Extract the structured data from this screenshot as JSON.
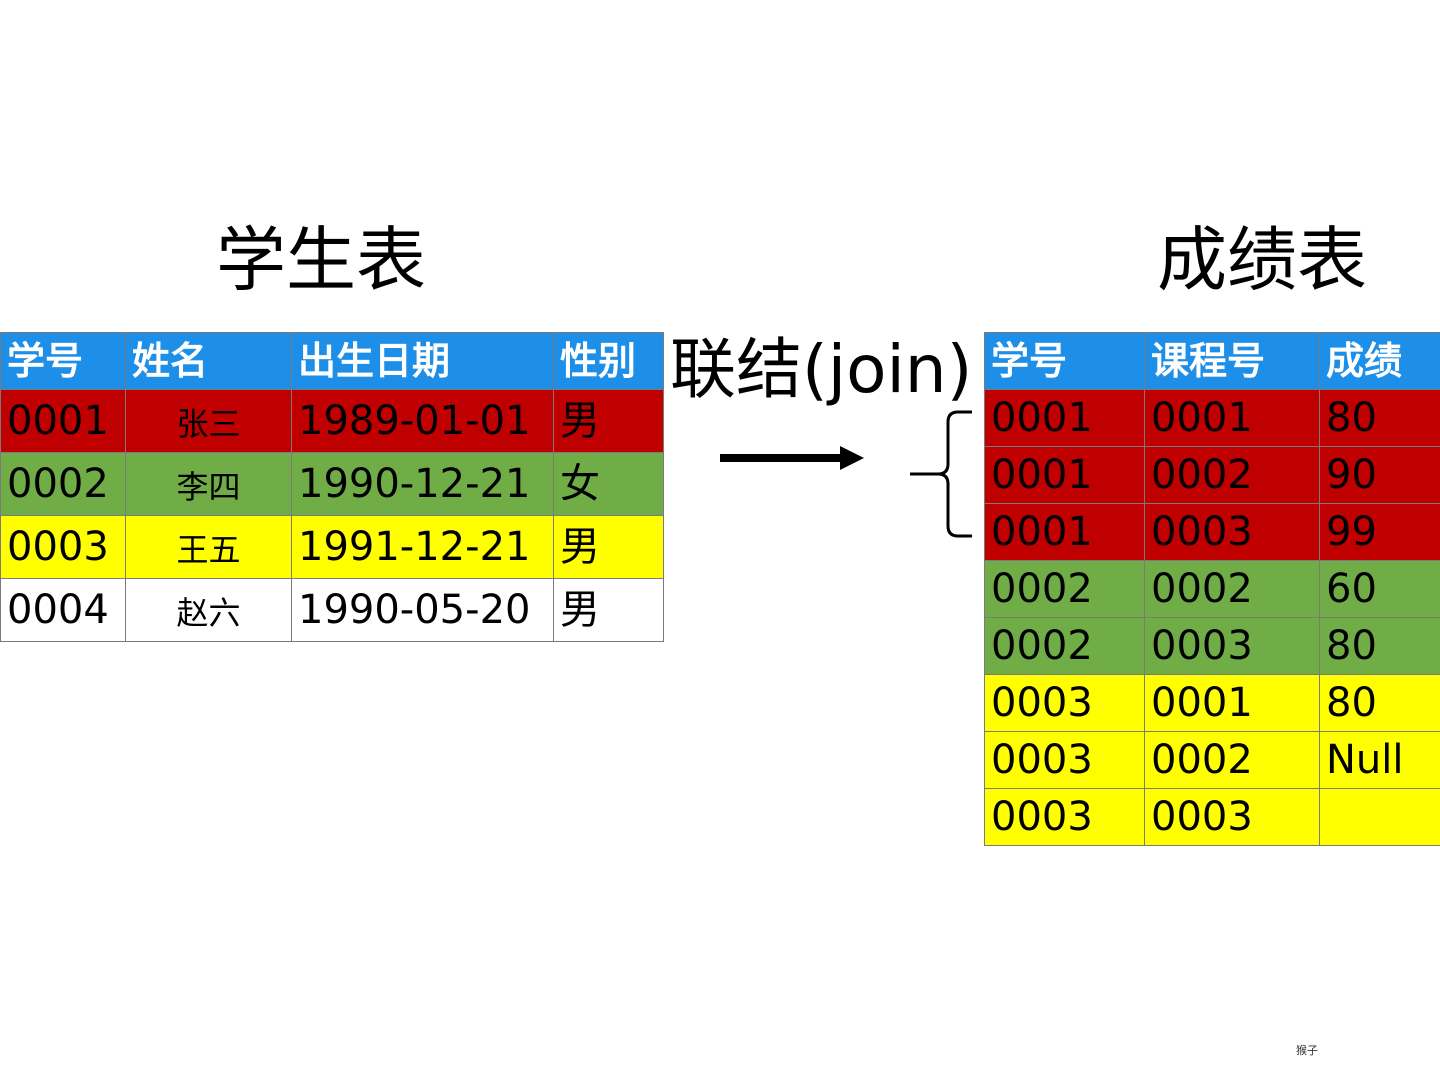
{
  "student_title": "学生表",
  "score_title": "成绩表",
  "join_label": "联结(join)",
  "credit": "猴子",
  "colors": {
    "header": "#1e8fe8",
    "red": "#c00000",
    "green": "#70ad47",
    "yellow": "#ffff00",
    "white": "#ffffff"
  },
  "student_table": {
    "headers": [
      "学号",
      "姓名",
      "出生日期",
      "性别"
    ],
    "rows": [
      {
        "color": "red",
        "cells": [
          "0001",
          "张三",
          "1989-01-01",
          "男"
        ]
      },
      {
        "color": "green",
        "cells": [
          "0002",
          "李四",
          "1990-12-21",
          "女"
        ]
      },
      {
        "color": "yellow",
        "cells": [
          "0003",
          "王五",
          "1991-12-21",
          "男"
        ]
      },
      {
        "color": "white",
        "cells": [
          "0004",
          "赵六",
          "1990-05-20",
          "男"
        ]
      }
    ]
  },
  "score_table": {
    "headers": [
      "学号",
      "课程号",
      "成绩"
    ],
    "rows": [
      {
        "color": "red",
        "cells": [
          "0001",
          "0001",
          "80"
        ]
      },
      {
        "color": "red",
        "cells": [
          "0001",
          "0002",
          "90"
        ]
      },
      {
        "color": "red",
        "cells": [
          "0001",
          "0003",
          "99"
        ]
      },
      {
        "color": "green",
        "cells": [
          "0002",
          "0002",
          "60"
        ]
      },
      {
        "color": "green",
        "cells": [
          "0002",
          "0003",
          "80"
        ]
      },
      {
        "color": "yellow",
        "cells": [
          "0003",
          "0001",
          "80"
        ]
      },
      {
        "color": "yellow",
        "cells": [
          "0003",
          "0002",
          "Null"
        ]
      },
      {
        "color": "yellow",
        "cells": [
          "0003",
          "0003",
          ""
        ]
      }
    ]
  }
}
